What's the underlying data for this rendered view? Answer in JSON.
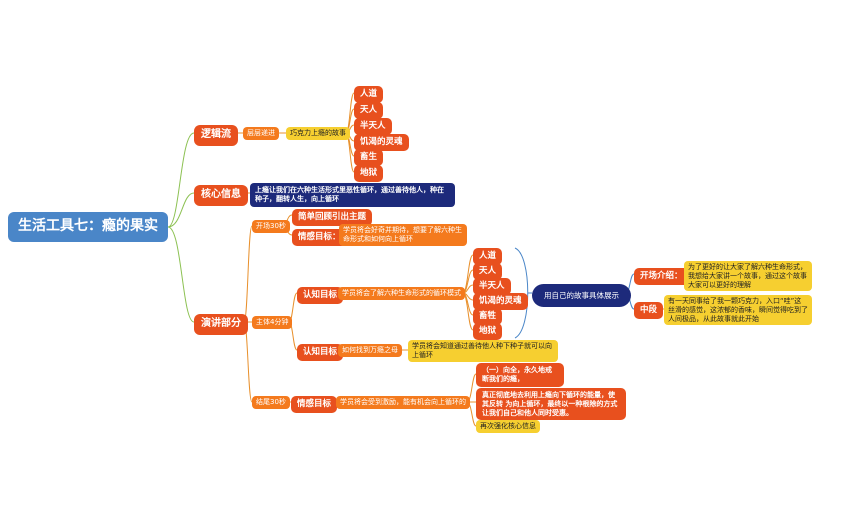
{
  "root": "生活工具七：瘾的果实",
  "logic": {
    "label": "逻辑流",
    "sub": "层层递进",
    "story": "巧克力上瘾的故事",
    "realms": [
      "人道",
      "天人",
      "半天人",
      "饥渴的灵魂",
      "畜生",
      "地狱"
    ]
  },
  "core": {
    "label": "核心信息",
    "text": "上瘾让我们在六种生活形式里恶性循环，通过善待他人，种在种子，翻转人生，向上循环"
  },
  "speech": {
    "label": "演讲部分",
    "opening": {
      "label": "开场30秒",
      "intro": "简单回顾引出主题",
      "emotion_label": "情感目标：",
      "emotion_text": "学员将会好奇并期待，想要了解六种生命形式和如何向上循环"
    },
    "body": {
      "label": "主体4分钟",
      "goal1_label": "认知目标",
      "goal1_text": "学员将会了解六种生命形式的循环模式",
      "realms": [
        "人道",
        "天人",
        "半天人",
        "饥渴的灵魂",
        "畜牲",
        "地狱"
      ],
      "story_node": "用自己的故事具体展示",
      "story_opening_label": "开场介绍：",
      "story_opening_text": "为了更好的让大家了解六种生命形式，我想给大家讲一个故事，通过这个故事大家可以更好的理解",
      "story_middle_label": "中段",
      "story_middle_text": "有一天同事给了我一颗巧克力，入口“哇”这丝滑的感觉，这浓郁的香味，瞬间觉得吃到了人间极品，从此故事就此开始",
      "goal2_label": "认知目标",
      "goal2_text": "如何找到万瘾之母",
      "goal2_detail": "学员将会知道通过善待他人种下种子就可以向上循环"
    },
    "ending": {
      "label": "结尾30秒",
      "emotion_label": "情感目标",
      "emotion_text": "学员将会受到激励，能有机会向上循环的",
      "points": [
        "（一）向全，永久地戒断我们的瘾，",
        "真正彻底地去利用上瘾向下循环的能量，使其反转 为向上循环，最终以一种根除的方式让我们自己和他人同时受惠。",
        "再次强化核心信息"
      ]
    }
  },
  "colors": {
    "root": "#4a86c8",
    "level1": "#e8501e",
    "level2": "#f47a1d",
    "note": "#f6cf30",
    "emphasis": "#1d2a7b",
    "line_green": "#8cc152",
    "line_orange": "#e8902c",
    "line_blue": "#4a86c8"
  }
}
